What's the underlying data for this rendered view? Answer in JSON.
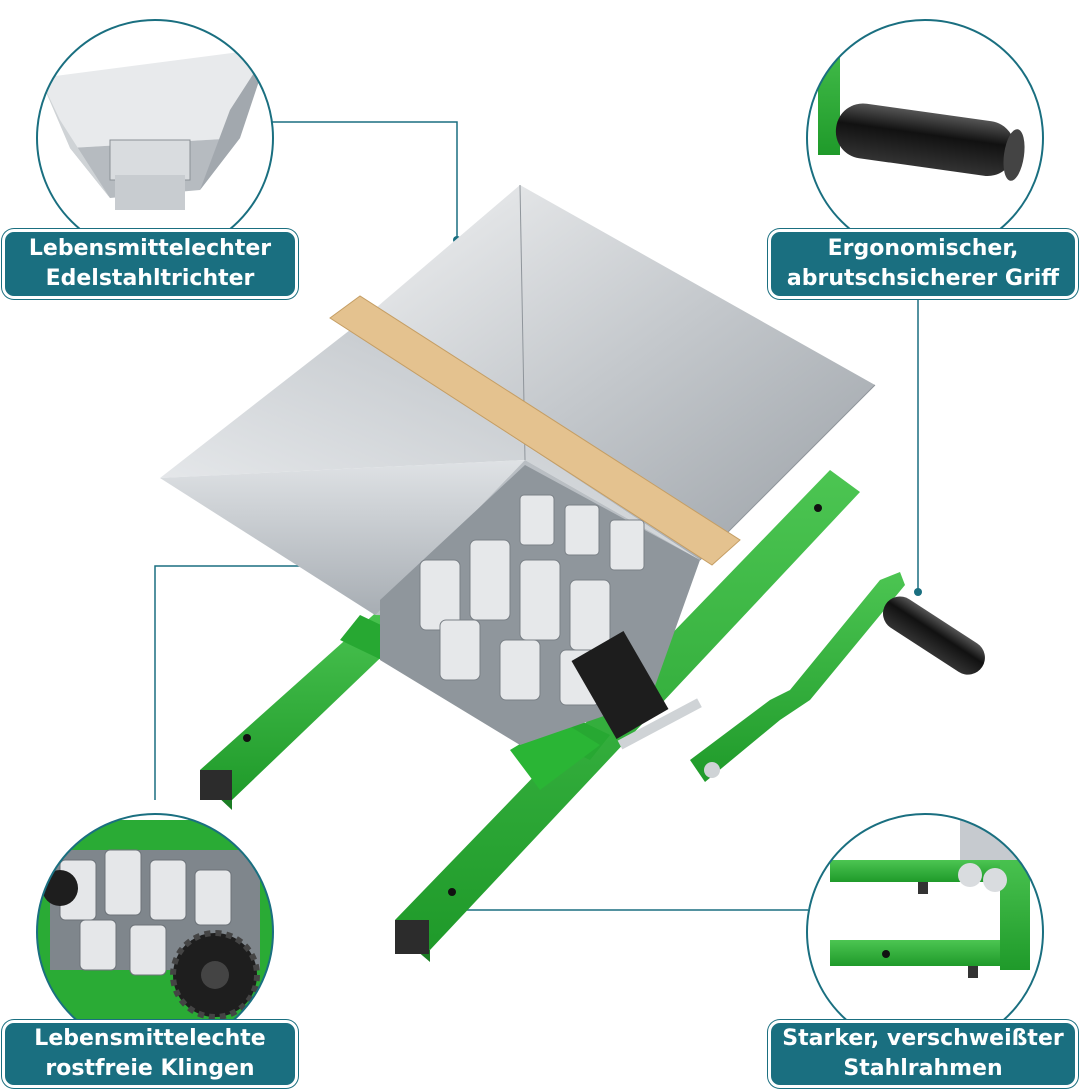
{
  "callouts": {
    "hopper": {
      "line1": "Lebensmittelechter",
      "line2": "Edelstahltrichter"
    },
    "handle": {
      "line1": "Ergonomischer,",
      "line2": "abrutschsicherer Griff"
    },
    "blades": {
      "line1": "Lebensmittelechte",
      "line2": "rostfreie Klingen"
    },
    "frame": {
      "line1": "Starker, verschweißter",
      "line2": "Stahlrahmen"
    }
  },
  "colors": {
    "label_bg": "#1a6f80",
    "frame_green": "#2fb33a",
    "steel": "#c9cdd1",
    "wood": "#e3c08d",
    "handle_black": "#222222"
  },
  "icons": [
    "hopper-detail-photo",
    "handle-detail-photo",
    "blades-detail-photo",
    "frame-detail-photo"
  ]
}
